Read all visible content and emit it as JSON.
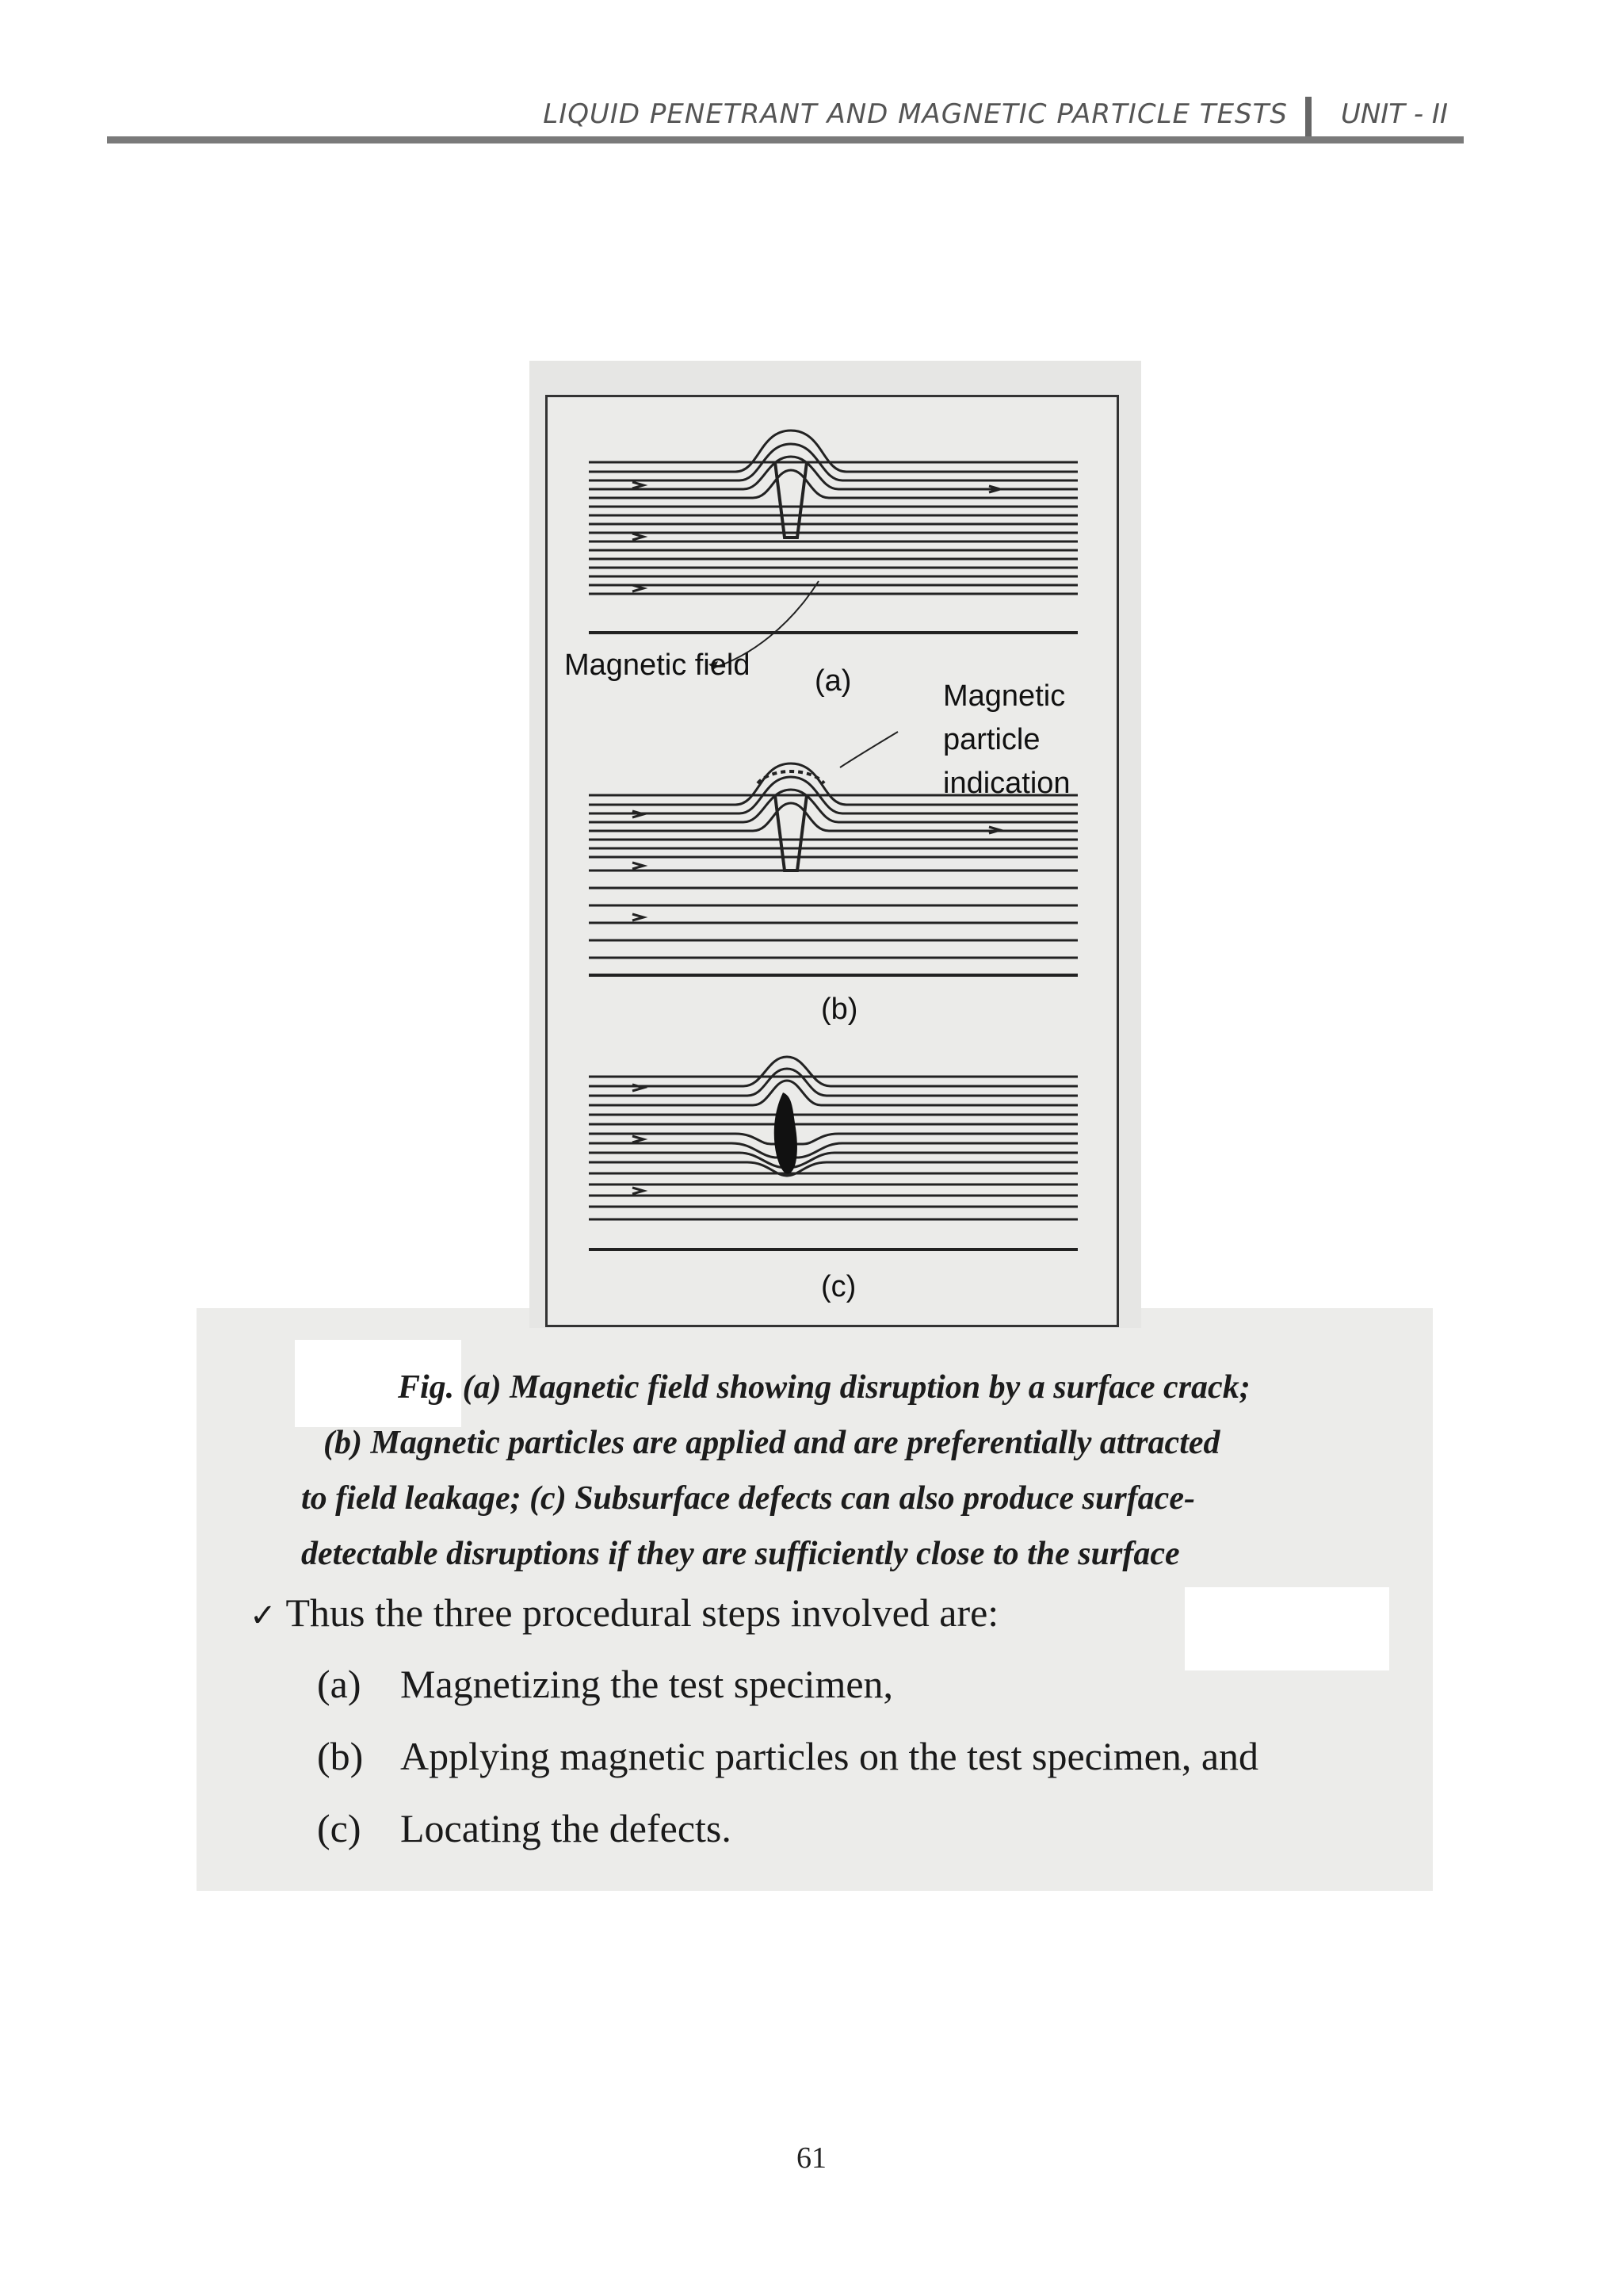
{
  "header": {
    "title": "LIQUID PENETRANT AND MAGNETIC PARTICLE TESTS",
    "unit": "UNIT - II"
  },
  "figure": {
    "label_magnetic_field": "Magnetic field",
    "label_a": "(a)",
    "label_indication_line1": "Magnetic",
    "label_indication_line2": "particle",
    "label_indication_line3": "indication",
    "label_b": "(b)",
    "label_c": "(c)"
  },
  "caption": {
    "line1": "Fig. (a) Magnetic field showing disruption by a surface crack;",
    "line2": "(b) Magnetic particles are applied and are preferentially attracted",
    "line3": "to field leakage; (c) Subsurface defects can also produce surface-",
    "line4": "detectable disruptions if they are sufficiently close to the surface"
  },
  "body": {
    "check_mark": "✓",
    "intro": "Thus the three procedural steps involved are:",
    "steps": [
      {
        "num": "(a)",
        "text": "Magnetizing the test specimen,"
      },
      {
        "num": "(b)",
        "text": "Applying magnetic particles on the test specimen, and"
      },
      {
        "num": "(c)",
        "text": "Locating the defects."
      }
    ]
  },
  "page_number": "61"
}
